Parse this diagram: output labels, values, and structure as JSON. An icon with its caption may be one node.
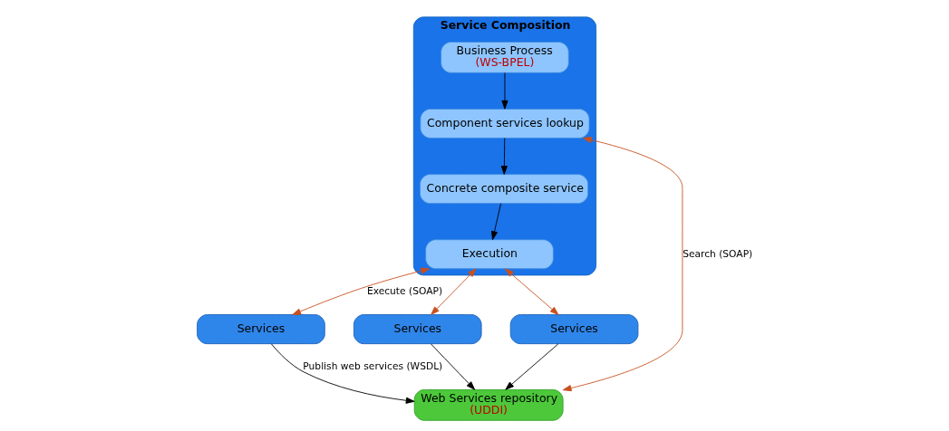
{
  "diagram": {
    "nodes": [
      {
        "text": [
          "Service Composition"
        ]
      },
      {
        "text": [
          "Business Process",
          "(WS-BPEL)"
        ],
        "in": 0
      },
      {
        "text": [
          "Component services lookup"
        ],
        "in": 0
      },
      {
        "text": [
          "Concrete composite service"
        ],
        "in": 0
      },
      {
        "text": [
          "Execution"
        ],
        "in": 0
      },
      {
        "text": [
          "Web Services repository",
          "(UDDI)"
        ]
      },
      {
        "text": [
          "Services"
        ]
      },
      {
        "text": [
          "Services"
        ]
      },
      {
        "text": [
          "Services"
        ]
      }
    ],
    "edges": [
      {
        "from": 1,
        "to": 2,
        "arrow": "to"
      },
      {
        "from": 2,
        "to": 3,
        "arrow": "to"
      },
      {
        "from": 3,
        "to": 4,
        "arrow": "to"
      },
      {
        "from": 2,
        "to": 5,
        "arrow": "both",
        "label": "Search (SOAP)",
        "color": "#c8501e"
      },
      {
        "from": 4,
        "to": 6,
        "arrow": "both",
        "label": "Execute (SOAP)",
        "color": "#c8501e"
      },
      {
        "from": 4,
        "to": 7,
        "arrow": "both",
        "color": "#c8501e"
      },
      {
        "from": 4,
        "to": 8,
        "arrow": "both",
        "color": "#c8501e"
      },
      {
        "from": 6,
        "to": 5,
        "arrow": "to",
        "label": "Publish web services (WSDL)"
      },
      {
        "from": 7,
        "to": 5,
        "arrow": "to"
      },
      {
        "from": 8,
        "to": 5,
        "arrow": "to"
      }
    ]
  }
}
